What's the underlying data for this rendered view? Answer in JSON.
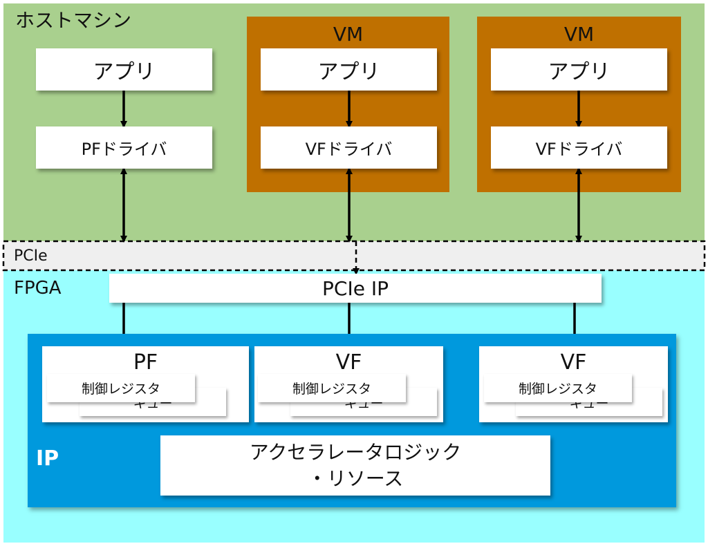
{
  "host": {
    "label": "ホストマシン"
  },
  "pcie": {
    "label": "PCIe"
  },
  "fpga": {
    "label": "FPGA"
  },
  "pf_column": {
    "app": "アプリ",
    "driver": "PFドライバ"
  },
  "vms": [
    {
      "label": "VM",
      "app": "アプリ",
      "driver": "VFドライバ"
    },
    {
      "label": "VM",
      "app": "アプリ",
      "driver": "VFドライバ"
    }
  ],
  "pcie_ip": {
    "label": "PCIe IP"
  },
  "ip_block": {
    "label": "IP",
    "functions": [
      {
        "name": "PF",
        "register": "制御レジスタ",
        "queue": "キュー"
      },
      {
        "name": "VF",
        "register": "制御レジスタ",
        "queue": "キュー"
      },
      {
        "name": "VF",
        "register": "制御レジスタ",
        "queue": "キュー"
      }
    ],
    "accelerator": {
      "line1": "アクセラレータロジック",
      "line2": "・リソース"
    }
  },
  "colors": {
    "host_bg": "#a9d08e",
    "vm_bg": "#bf7000",
    "pcie_bg": "#efefef",
    "fpga_bg": "#99ffff",
    "ip_bg": "#0099dd"
  }
}
